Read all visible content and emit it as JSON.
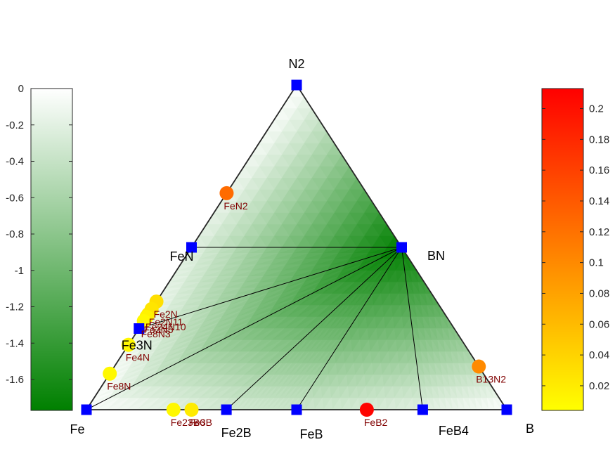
{
  "chart_data": {
    "type": "scatter",
    "subtype": "ternary-convex-hull",
    "corners": {
      "top": "N2",
      "bottom_left": "Fe",
      "bottom_right": "B"
    },
    "colors": {
      "hull_dark": "#008000",
      "hull_light": "#ffffff",
      "stable_marker": "#0000ff",
      "unstable_low": "#ffff00",
      "unstable_high": "#ff0000",
      "phase_label": "#800000",
      "edge": "#262626"
    },
    "stable_phases": [
      {
        "name": "N2",
        "label": "N2",
        "frac_fe": 0.0,
        "frac_b": 0.0,
        "frac_n": 1.0,
        "formation_energy": 0.0
      },
      {
        "name": "Fe",
        "label": "Fe",
        "frac_fe": 1.0,
        "frac_b": 0.0,
        "frac_n": 0.0,
        "formation_energy": 0.0
      },
      {
        "name": "B",
        "label": "B",
        "frac_fe": 0.0,
        "frac_b": 1.0,
        "frac_n": 0.0,
        "formation_energy": 0.0
      },
      {
        "name": "FeN",
        "label": "FeN",
        "frac_fe": 0.5,
        "frac_b": 0.0,
        "frac_n": 0.5,
        "formation_energy": -0.2
      },
      {
        "name": "BN",
        "label": "BN",
        "frac_fe": 0.0,
        "frac_b": 0.5,
        "frac_n": 0.5,
        "formation_energy": -1.77
      },
      {
        "name": "Fe3N",
        "label": "Fe3N",
        "frac_fe": 0.75,
        "frac_b": 0.0,
        "frac_n": 0.25,
        "formation_energy": -0.1
      },
      {
        "name": "Fe2B",
        "label": "Fe2B",
        "frac_fe": 0.667,
        "frac_b": 0.333,
        "frac_n": 0.0,
        "formation_energy": -0.3
      },
      {
        "name": "FeB",
        "label": "FeB",
        "frac_fe": 0.5,
        "frac_b": 0.5,
        "frac_n": 0.0,
        "formation_energy": -0.35
      },
      {
        "name": "FeB4",
        "label": "FeB4",
        "frac_fe": 0.2,
        "frac_b": 0.8,
        "frac_n": 0.0,
        "formation_energy": -0.2
      }
    ],
    "tie_lines": [
      [
        "FeN",
        "BN"
      ],
      [
        "Fe3N",
        "BN"
      ],
      [
        "Fe",
        "BN"
      ],
      [
        "Fe2B",
        "BN"
      ],
      [
        "FeB",
        "BN"
      ],
      [
        "FeB4",
        "BN"
      ]
    ],
    "unstable_phases": [
      {
        "name": "FeN2",
        "label": "FeN2",
        "frac_fe": 0.333,
        "frac_b": 0.0,
        "frac_n": 0.667,
        "e_above_hull": 0.125
      },
      {
        "name": "Fe2N",
        "label": "Fe2N",
        "frac_fe": 0.667,
        "frac_b": 0.0,
        "frac_n": 0.333,
        "e_above_hull": 0.03
      },
      {
        "name": "Fe24N10",
        "label": "Fe24N10",
        "frac_fe": 0.706,
        "frac_b": 0.0,
        "frac_n": 0.294,
        "e_above_hull": 0.02
      },
      {
        "name": "Fe2N11",
        "label": "Fe2N11",
        "frac_fe": 0.69,
        "frac_b": 0.0,
        "frac_n": 0.31,
        "e_above_hull": 0.025
      },
      {
        "name": "Fe2N5",
        "label": "Fe2N5",
        "frac_fe": 0.714,
        "frac_b": 0.0,
        "frac_n": 0.286,
        "e_above_hull": 0.015
      },
      {
        "name": "Fe8N3",
        "label": "Fe8N3",
        "frac_fe": 0.727,
        "frac_b": 0.0,
        "frac_n": 0.273,
        "e_above_hull": 0.01
      },
      {
        "name": "Fe4N",
        "label": "Fe4N",
        "frac_fe": 0.8,
        "frac_b": 0.0,
        "frac_n": 0.2,
        "e_above_hull": 0.01
      },
      {
        "name": "Fe8N",
        "label": "Fe8N",
        "frac_fe": 0.889,
        "frac_b": 0.0,
        "frac_n": 0.111,
        "e_above_hull": 0.01
      },
      {
        "name": "Fe23B6",
        "label": "Fe23B6",
        "frac_fe": 0.793,
        "frac_b": 0.207,
        "frac_n": 0.0,
        "e_above_hull": 0.01
      },
      {
        "name": "Fe3B",
        "label": "Fe3B",
        "frac_fe": 0.75,
        "frac_b": 0.25,
        "frac_n": 0.0,
        "e_above_hull": 0.02
      },
      {
        "name": "FeB2",
        "label": "FeB2",
        "frac_fe": 0.333,
        "frac_b": 0.667,
        "frac_n": 0.0,
        "e_above_hull": 0.21
      },
      {
        "name": "B13N2",
        "label": "B13N2",
        "frac_fe": 0.0,
        "frac_b": 0.867,
        "frac_n": 0.133,
        "e_above_hull": 0.1
      }
    ],
    "colorbar_left": {
      "label": "",
      "range": [
        -1.77,
        0
      ],
      "ticks": [
        0,
        -0.2,
        -0.4,
        -0.6,
        -0.8,
        -1,
        -1.2,
        -1.4,
        -1.6
      ],
      "tick_labels": [
        "0",
        "-0.2",
        "-0.4",
        "-0.6",
        "-0.8",
        "-1",
        "-1.2",
        "-1.4",
        "-1.6"
      ]
    },
    "colorbar_right": {
      "label": "",
      "range": [
        0.004,
        0.213
      ],
      "ticks": [
        0.02,
        0.04,
        0.06,
        0.08,
        0.1,
        0.12,
        0.14,
        0.16,
        0.18,
        0.2
      ],
      "tick_labels": [
        "0.02",
        "0.04",
        "0.06",
        "0.08",
        "0.1",
        "0.12",
        "0.14",
        "0.16",
        "0.18",
        "0.2"
      ]
    },
    "legend": "none",
    "grid": false
  }
}
